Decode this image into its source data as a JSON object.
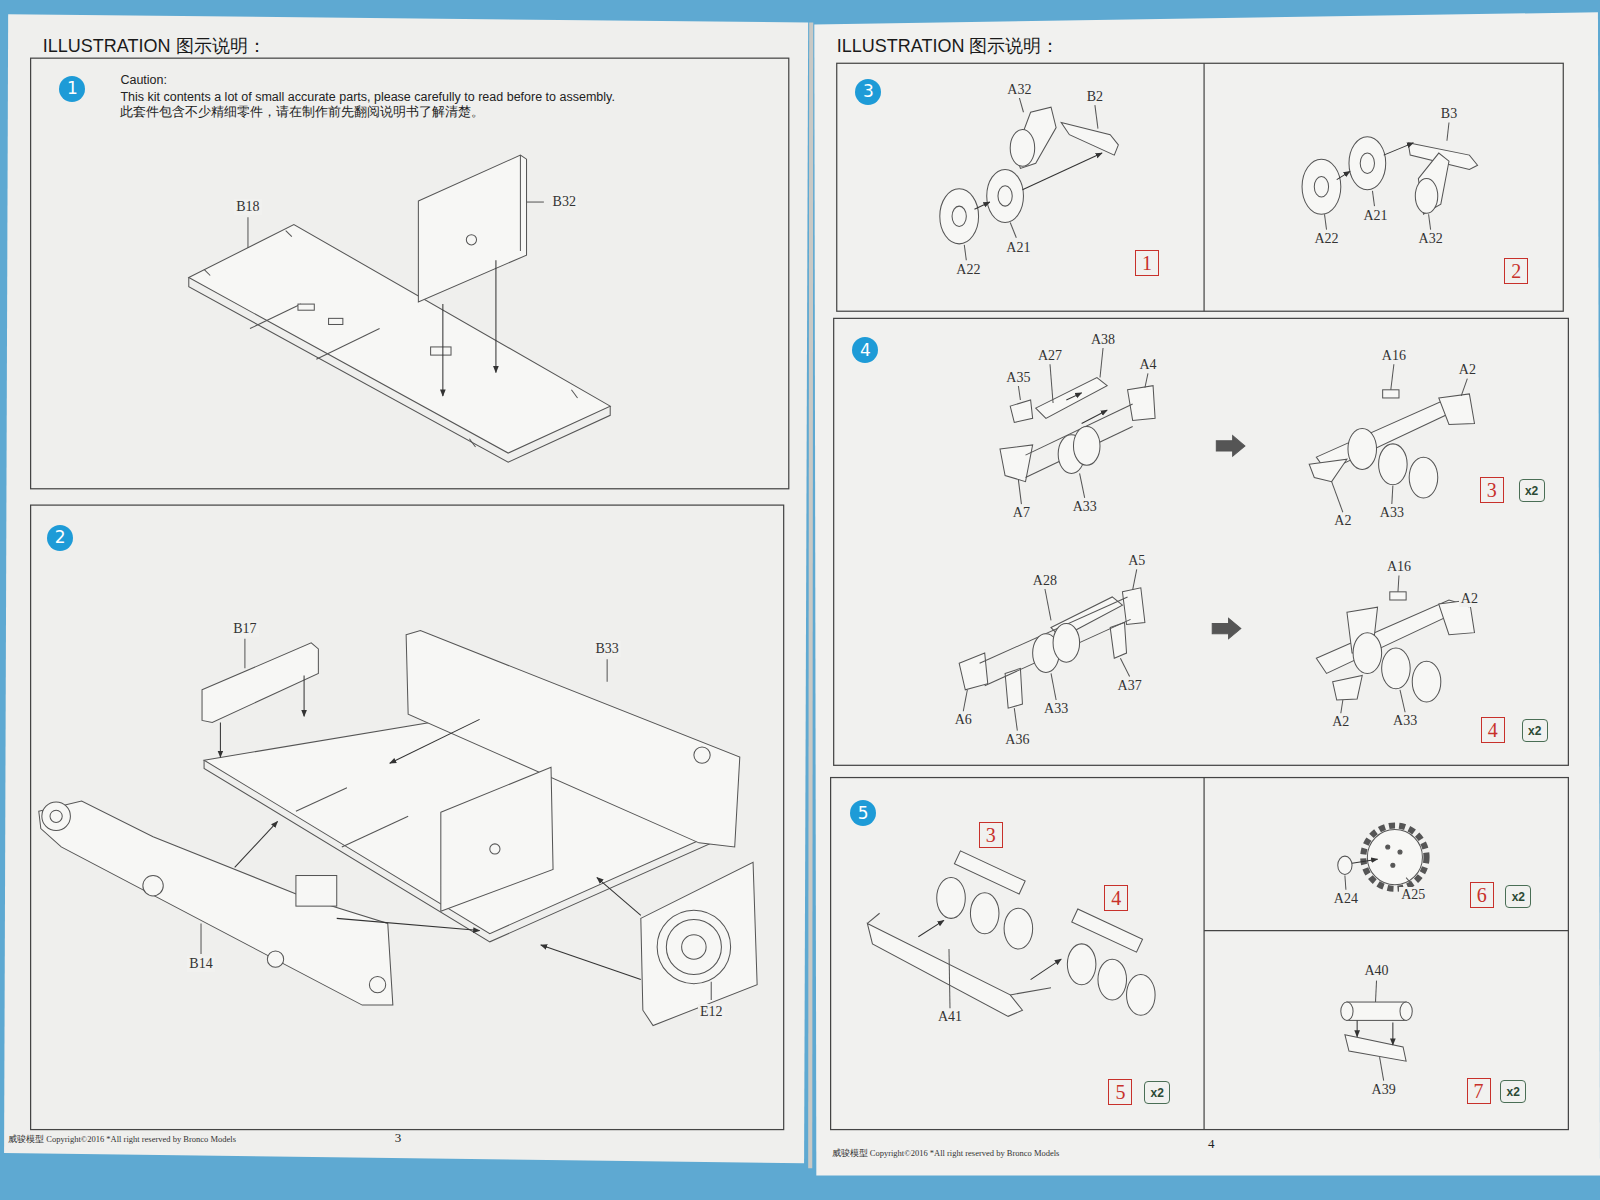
{
  "diagram": {
    "nodes": [
      {
        "text": [
          "1"
        ]
      },
      {
        "text": [
          "2"
        ]
      },
      {
        "text": [
          "3"
        ]
      },
      {
        "text": [
          "1"
        ]
      },
      {
        "text": [
          "2"
        ]
      },
      {
        "text": [
          "4"
        ]
      },
      {
        "text": [
          "3"
        ]
      },
      {
        "text": [
          "x2"
        ]
      },
      {
        "text": [
          "4"
        ]
      },
      {
        "text": [
          "x2"
        ]
      },
      {
        "text": [
          "5"
        ]
      },
      {
        "text": [
          "3"
        ]
      },
      {
        "text": [
          "4"
        ]
      },
      {
        "text": [
          "5"
        ]
      },
      {
        "text": [
          "x2"
        ]
      },
      {
        "text": [
          "6"
        ]
      },
      {
        "text": [
          "x2"
        ]
      },
      {
        "text": [
          "7"
        ]
      },
      {
        "text": [
          "x2"
        ]
      }
    ],
    "labels": [
      "ILLUSTRATION 图示说明：",
      "Caution:",
      "This kit contents a lot of small accurate parts, please carefully to read before to assembly.",
      "此套件包含不少精细零件，请在制作前先翻阅说明书了解清楚。",
      "B18",
      "B32",
      "B17",
      "B33",
      "B14",
      "E12",
      "威骏模型 Copyright©2016 *All right reserved by Bronco Models",
      "3",
      "ILLUSTRATION 图示说明：",
      "A32",
      "B2",
      "A21",
      "A22",
      "B3",
      "A21",
      "A22",
      "A32",
      "A38",
      "A27",
      "A35",
      "A4",
      "A7",
      "A33",
      "A16",
      "A2",
      "A2",
      "A33",
      "A28",
      "A5",
      "A6",
      "A36",
      "A33",
      "A37",
      "A16",
      "A2",
      "A2",
      "A33",
      "A41",
      "A24",
      "A25",
      "A40",
      "A39",
      "威骏模型 Copyright©2016 *All right reserved by Bronco Models",
      "4"
    ]
  }
}
